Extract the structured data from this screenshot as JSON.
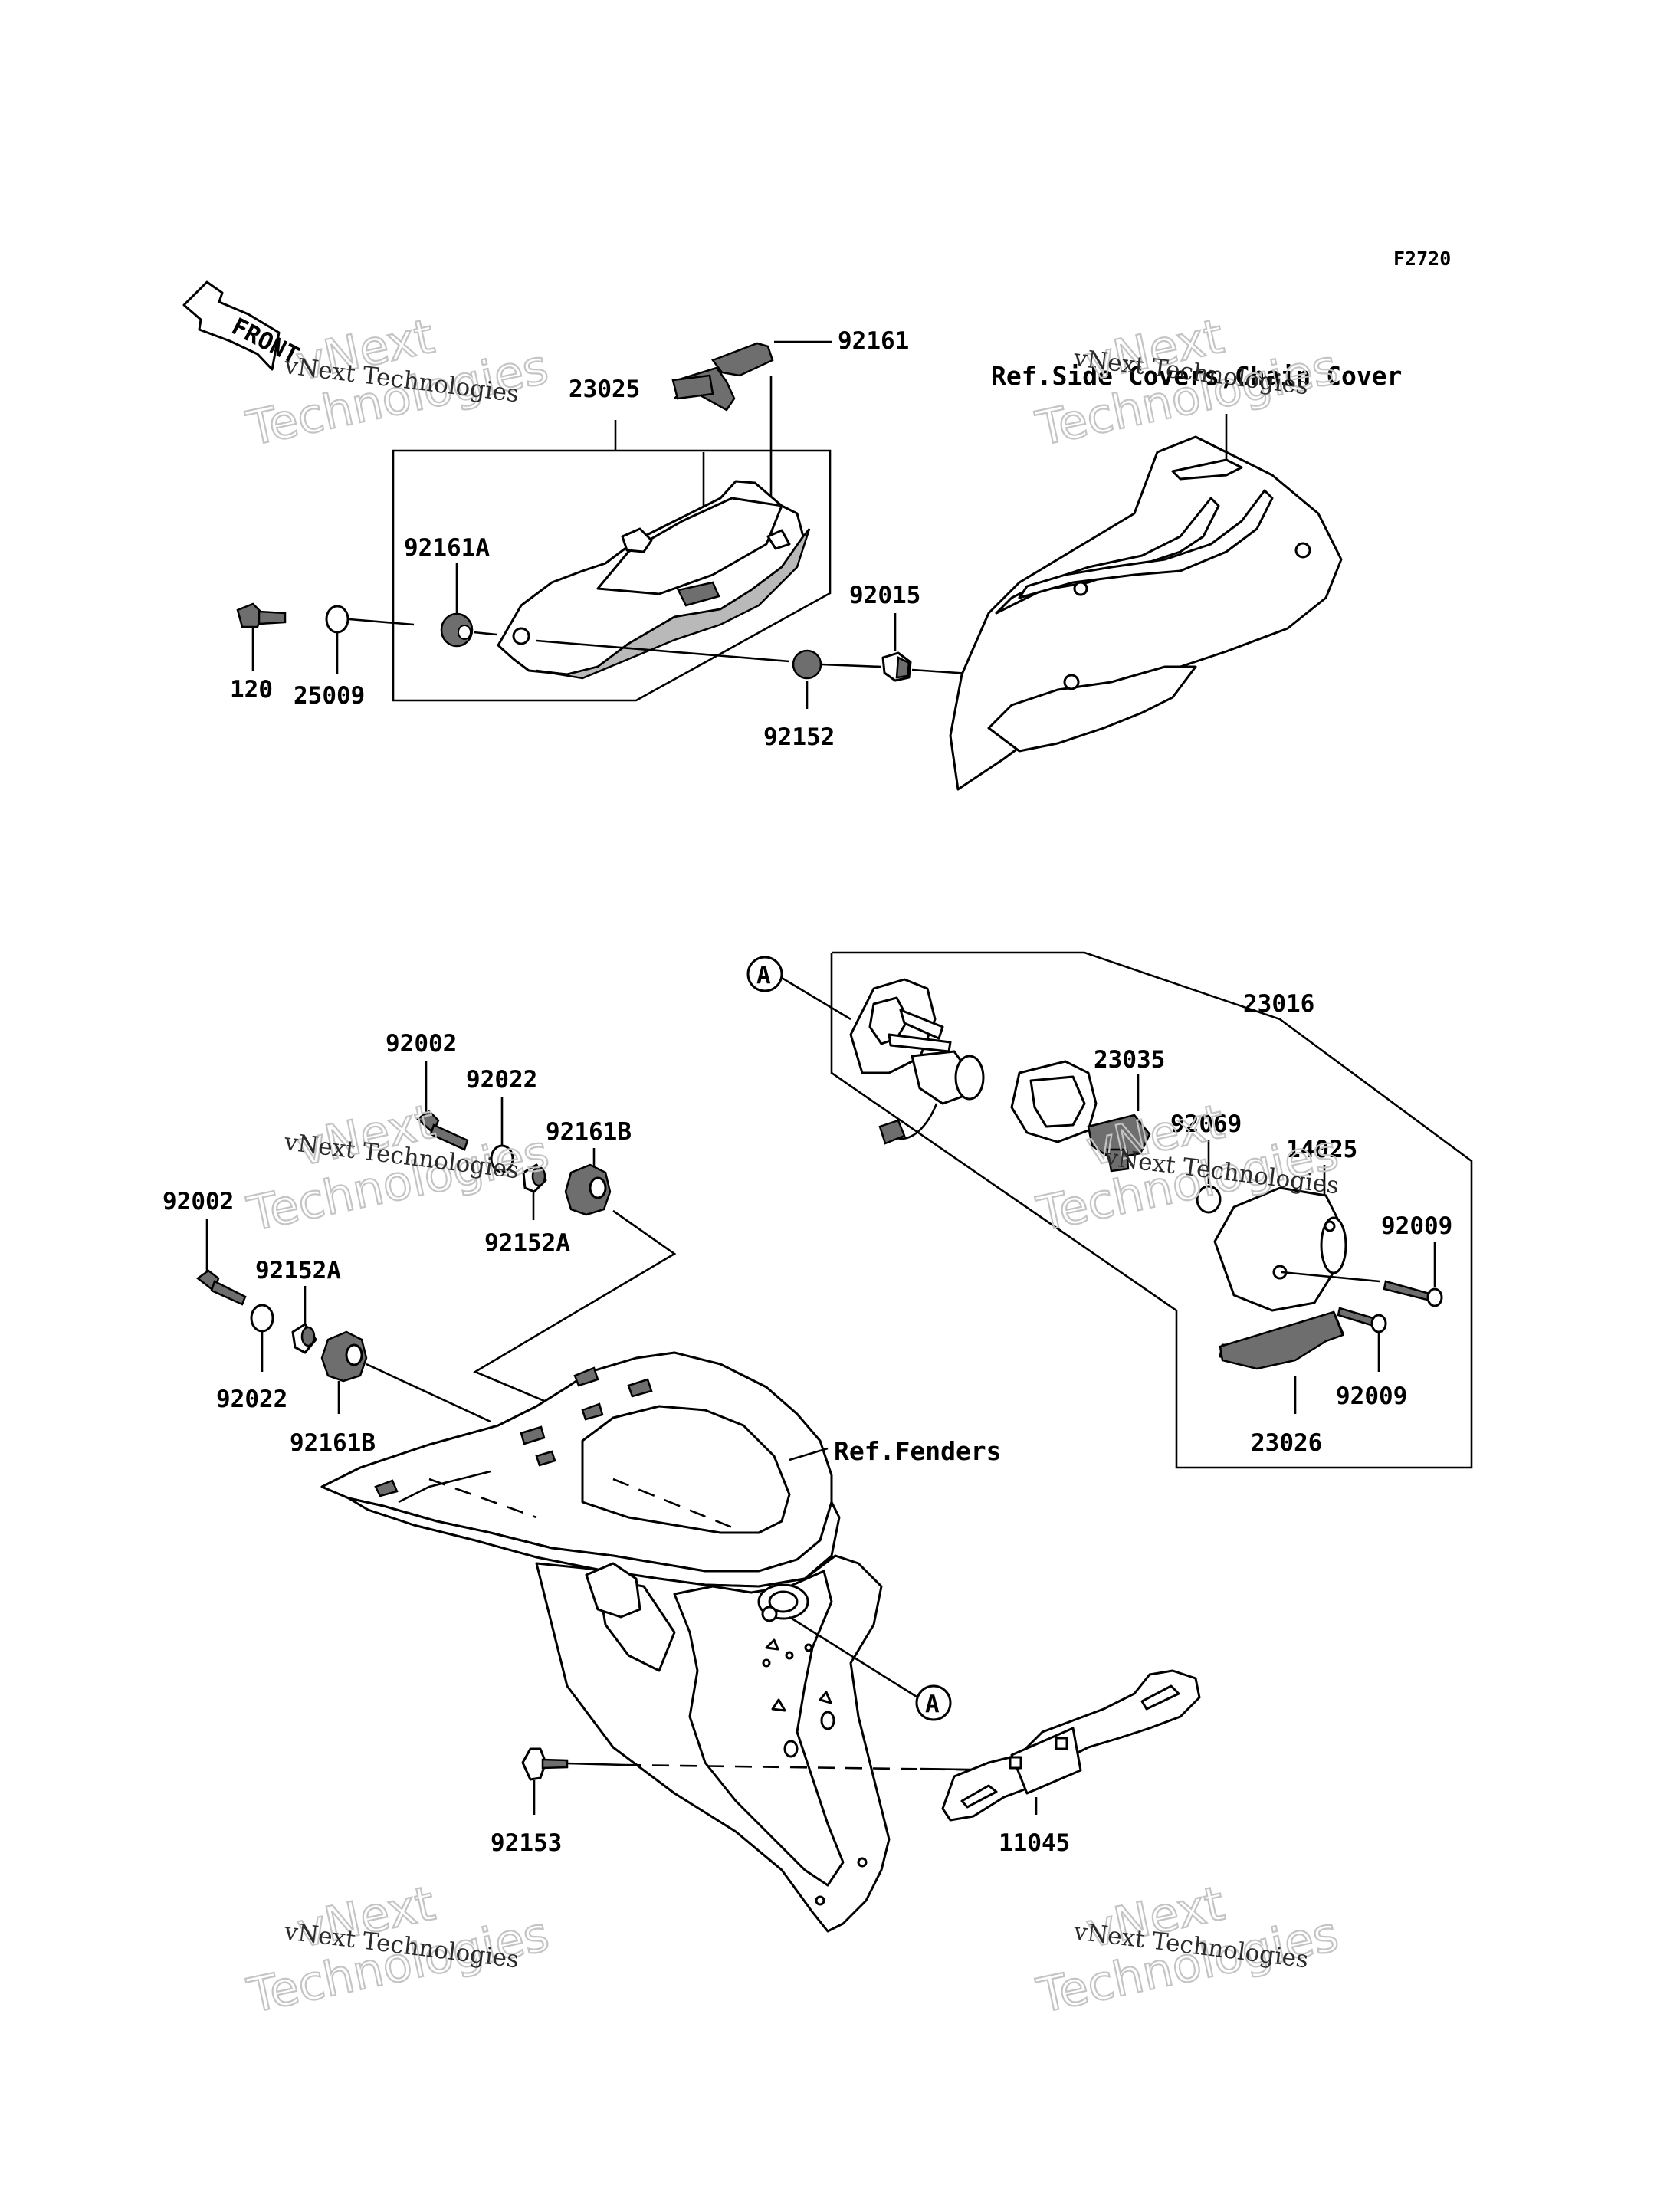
{
  "diagram": {
    "figure_code": "F2720",
    "front_label": "FRONT",
    "callout_letter": "A",
    "watermark": {
      "line1": "vNext Technologies",
      "line2": "vNext",
      "line3": "Technologies"
    },
    "references": {
      "side_covers": "Ref.Side Covers,Chain Cover",
      "fenders": "Ref.Fenders"
    },
    "parts": {
      "p92161": "92161",
      "p23025": "23025",
      "p92161A": "92161A",
      "p92015": "92015",
      "p120": "120",
      "p25009": "25009",
      "p92152": "92152",
      "p23016": "23016",
      "p23035": "23035",
      "p92069": "92069",
      "p14025": "14025",
      "p92009a": "92009",
      "p92009b": "92009",
      "p23026": "23026",
      "p92002a": "92002",
      "p92022a": "92022",
      "p92161Ba": "92161B",
      "p92152Aa": "92152A",
      "p92002b": "92002",
      "p92152Ab": "92152A",
      "p92022b": "92022",
      "p92161Bb": "92161B",
      "p92153": "92153",
      "p11045": "11045"
    }
  }
}
